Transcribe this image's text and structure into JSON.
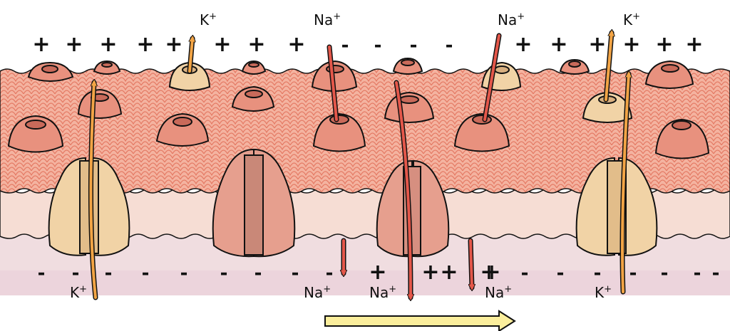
{
  "labels": {
    "k_top_left": "K",
    "na_top_mid": "Na",
    "na_top_right": "Na",
    "k_top_right": "K",
    "k_bottom_left": "K",
    "na_bottom_1": "Na",
    "na_bottom_2": "Na",
    "na_bottom_3": "Na",
    "k_bottom_right": "K",
    "superscript": "+"
  },
  "charges": {
    "outside": [
      "+",
      "+",
      "+",
      "+",
      "+",
      "+",
      "+",
      "+",
      "-",
      "-",
      "-",
      "-",
      "+",
      "+",
      "+",
      "+",
      "+",
      "+"
    ],
    "inside": [
      "-",
      "-",
      "-",
      "-",
      "-",
      "-",
      "-",
      "-",
      "-",
      "+",
      "+",
      "+",
      "+",
      "+",
      "-",
      "-",
      "-",
      "-",
      "-",
      "-",
      "-"
    ]
  },
  "colors": {
    "membrane_outer": "#f2a894",
    "membrane_wave": "#e8806a",
    "membrane_band": "#f6ddd4",
    "cytoplasm": "#f0dde0",
    "k_channel": "#f1d3a6",
    "na_channel": "#e69f8e",
    "na_arrow": "#e4574a",
    "k_arrow": "#f2a445",
    "propagation_arrow": "#fbee9c"
  },
  "icons": [
    "potassium-channel-icon",
    "sodium-channel-icon",
    "propagation-arrow-icon"
  ]
}
